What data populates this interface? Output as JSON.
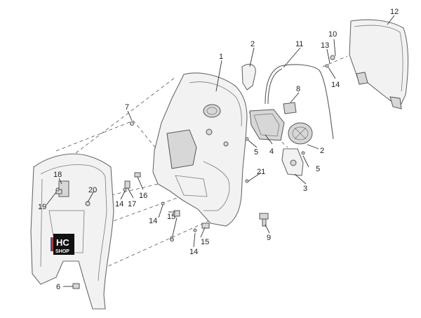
{
  "callouts": [
    {
      "id": "c1",
      "label": "1"
    },
    {
      "id": "c2a",
      "label": "2"
    },
    {
      "id": "c2b",
      "label": "2"
    },
    {
      "id": "c3",
      "label": "3"
    },
    {
      "id": "c4",
      "label": "4"
    },
    {
      "id": "c5a",
      "label": "5"
    },
    {
      "id": "c5b",
      "label": "5"
    },
    {
      "id": "c6a",
      "label": "6"
    },
    {
      "id": "c6b",
      "label": "6"
    },
    {
      "id": "c7",
      "label": "7"
    },
    {
      "id": "c8",
      "label": "8"
    },
    {
      "id": "c9",
      "label": "9"
    },
    {
      "id": "c10",
      "label": "10"
    },
    {
      "id": "c11",
      "label": "11"
    },
    {
      "id": "c12",
      "label": "12"
    },
    {
      "id": "c13",
      "label": "13"
    },
    {
      "id": "c14a",
      "label": "14"
    },
    {
      "id": "c14b",
      "label": "14"
    },
    {
      "id": "c14c",
      "label": "14"
    },
    {
      "id": "c14d",
      "label": "14"
    },
    {
      "id": "c15a",
      "label": "15"
    },
    {
      "id": "c15b",
      "label": "15"
    },
    {
      "id": "c16",
      "label": "16"
    },
    {
      "id": "c17",
      "label": "17"
    },
    {
      "id": "c18",
      "label": "18"
    },
    {
      "id": "c19",
      "label": "19"
    },
    {
      "id": "c20",
      "label": "20"
    },
    {
      "id": "c21",
      "label": "21"
    }
  ],
  "watermark": {
    "line1": "HC",
    "line2": "SHOP"
  }
}
